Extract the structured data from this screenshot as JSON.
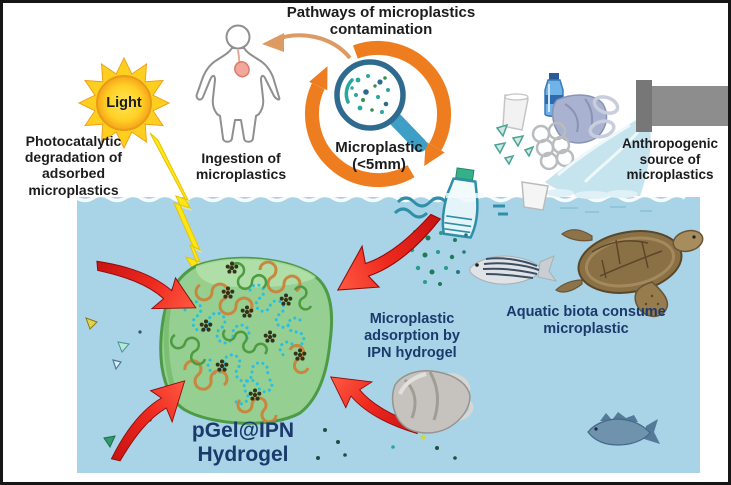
{
  "diagram": {
    "title": "Pathways of microplastics\ncontamination",
    "labels": {
      "light": "Light",
      "photocatalytic": "Photocatalytic\ndegradation of\nadsorbed\nmicroplastics",
      "ingestion": "Ingestion of\nmicroplastics",
      "microplastic_size": "Microplastic\n(<5mm)",
      "anthropogenic": "Anthropogenic\nsource of\nmicroplastics",
      "adsorption": "Microplastic\nadsorption by\nIPN hydrogel",
      "aquatic_biota": "Aquatic biota consume\nmicroplastic",
      "hydrogel": "pGel@IPN\nHydrogel"
    },
    "colors": {
      "water": "#a9d3e6",
      "cycle_arrow_orange": "#ee7d20",
      "thin_arrow_orange": "#dd9a62",
      "red_arrow": "#e41b17",
      "sun_yellow": "#ffd320",
      "lightning_yellow": "#ffe619",
      "hydrogel_green": "#93cf8c",
      "mesh_cyan": "#29bfe4",
      "mesh_orange": "#c9863f",
      "mesh_green": "#4d9b40",
      "navy_text": "#1a3a6b",
      "black_text": "#1c1c1c",
      "pipe_gray": "#8b8b8b",
      "magnifier_rim": "#2e6b8f",
      "magnifier_handle": "#3d9fc6"
    }
  }
}
